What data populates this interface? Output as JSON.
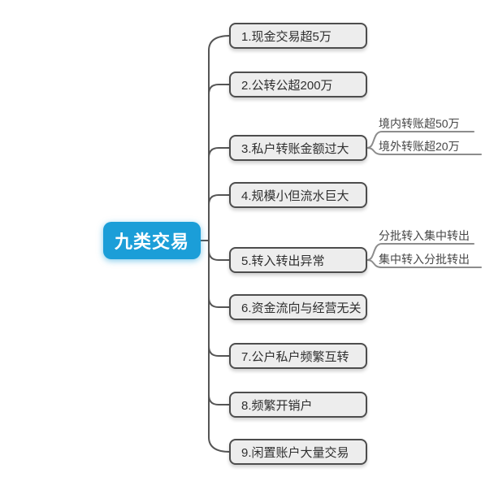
{
  "diagram": {
    "title": "九类交易",
    "root": {
      "label": "九类交易"
    },
    "nodes": [
      {
        "id": 1,
        "label": "1.现金交易超5万",
        "children": []
      },
      {
        "id": 2,
        "label": "2.公转公超200万",
        "children": []
      },
      {
        "id": 3,
        "label": "3.私户转账金额过大",
        "children": [
          {
            "label": "境内转账超50万"
          },
          {
            "label": "境外转账超20万"
          }
        ]
      },
      {
        "id": 4,
        "label": "4.规模小但流水巨大",
        "children": []
      },
      {
        "id": 5,
        "label": "5.转入转出异常",
        "children": [
          {
            "label": "分批转入集中转出"
          },
          {
            "label": "集中转入分批转出"
          }
        ]
      },
      {
        "id": 6,
        "label": "6.资金流向与经营无关",
        "children": []
      },
      {
        "id": 7,
        "label": "7.公户私户频繁互转",
        "children": []
      },
      {
        "id": 8,
        "label": "8.频繁开销户",
        "children": []
      },
      {
        "id": 9,
        "label": "9.闲置账户大量交易",
        "children": []
      }
    ],
    "colors": {
      "root_bg": "#1b9ed8",
      "root_text": "#ffffff",
      "node_bg": "#ededed",
      "node_border": "#4d4d4d",
      "node_text": "#2f2f2f",
      "line": "#555555",
      "child_line": "#8c8c8c",
      "child_text": "#474747",
      "background": "#ffffff"
    }
  }
}
